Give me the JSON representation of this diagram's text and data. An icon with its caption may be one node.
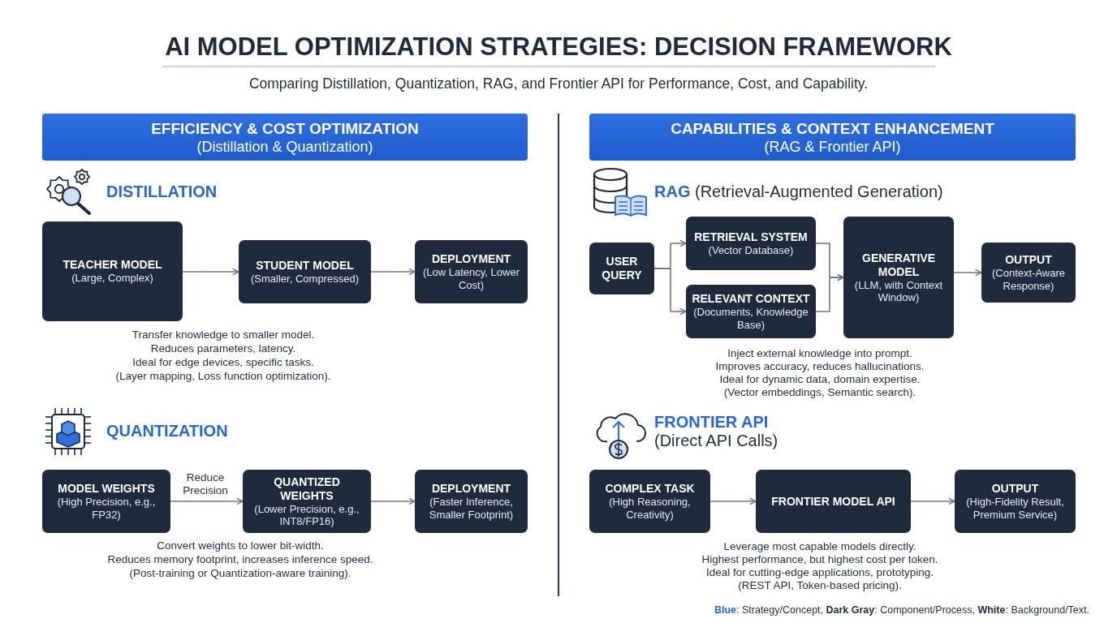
{
  "diagram": {
    "title": "AI MODEL OPTIMIZATION STRATEGIES: DECISION FRAMEWORK",
    "nodes": [
      {
        "text": [
          "EFFICIENCY & COST OPTIMIZATION",
          "(Distillation & Quantization)"
        ]
      },
      {
        "text": [
          "CAPABILITIES & CONTEXT ENHANCEMENT",
          "(RAG & Frontier API)"
        ]
      },
      {
        "text": [
          "TEACHER MODEL",
          "(Large, Complex)"
        ]
      },
      {
        "text": [
          "STUDENT MODEL",
          "(Smaller, Compressed)"
        ]
      },
      {
        "text": [
          "DEPLOYMENT",
          "(Low Latency, Lower Cost)"
        ]
      },
      {
        "text": [
          "MODEL WEIGHTS",
          "(High Precision, e.g., FP32)"
        ]
      },
      {
        "text": [
          "QUANTIZED WEIGHTS",
          "(Lower Precision, e.g., INT8/FP16)"
        ]
      },
      {
        "text": [
          "DEPLOYMENT",
          "(Faster Inference, Smaller Footprint)"
        ]
      },
      {
        "text": [
          "USER QUERY"
        ]
      },
      {
        "text": [
          "RETRIEVAL SYSTEM",
          "(Vector Database)"
        ]
      },
      {
        "text": [
          "RELEVANT CONTEXT",
          "(Documents, Knowledge Base)"
        ]
      },
      {
        "text": [
          "GENERATIVE MODEL",
          "(LLM, with Context Window)"
        ]
      },
      {
        "text": [
          "OUTPUT",
          "(Context-Aware Response)"
        ]
      },
      {
        "text": [
          "COMPLEX TASK",
          "(High Reasoning, Creativity)"
        ]
      },
      {
        "text": [
          "FRONTIER MODEL API"
        ]
      },
      {
        "text": [
          "OUTPUT",
          "(High-Fidelity Result, Premium Service)"
        ]
      }
    ],
    "edges": [
      {
        "from": 2,
        "to": 3,
        "arrow": "to"
      },
      {
        "from": 3,
        "to": 4,
        "arrow": "to"
      },
      {
        "from": 5,
        "to": 6,
        "arrow": "to",
        "label": "Reduce Precision"
      },
      {
        "from": 6,
        "to": 7,
        "arrow": "to"
      },
      {
        "from": 8,
        "to": 9,
        "arrow": "to"
      },
      {
        "from": 8,
        "to": 10,
        "arrow": "to"
      },
      {
        "from": 9,
        "to": 11,
        "arrow": "to"
      },
      {
        "from": 10,
        "to": 11,
        "arrow": "to"
      },
      {
        "from": 11,
        "to": 12,
        "arrow": "to"
      },
      {
        "from": 13,
        "to": 14,
        "arrow": "to"
      },
      {
        "from": 14,
        "to": 15,
        "arrow": "to"
      }
    ],
    "labels": [
      "Comparing Distillation, Quantization, RAG, and Frontier API for Performance, Cost, and Capability.",
      "DISTILLATION",
      "Transfer knowledge to smaller model.",
      "Reduces parameters, latency.",
      "Ideal for edge devices, specific tasks.",
      "(Layer mapping, Loss function optimization).",
      "QUANTIZATION",
      "Convert weights to lower bit-width.",
      "Reduces memory footprint, increases inference speed.",
      "(Post-training or Quantization-aware training).",
      "**RAG** (Retrieval-Augmented Generation)",
      "Inject external knowledge into prompt.",
      "Improves accuracy, reduces hallucinations.",
      "Ideal for dynamic data, domain expertise.",
      "(Vector embeddings, Semantic search).",
      "**FRONTIER API** (Direct API Calls)",
      "Leverage most capable models directly.",
      "Highest performance, but highest cost per token.",
      "Ideal for cutting-edge applications, prototyping.",
      "(REST API, Token-based pricing).",
      "**Blue**: Strategy/Concept, **Dark Gray**: Component/Process, **White**: Background/Text."
    ]
  }
}
